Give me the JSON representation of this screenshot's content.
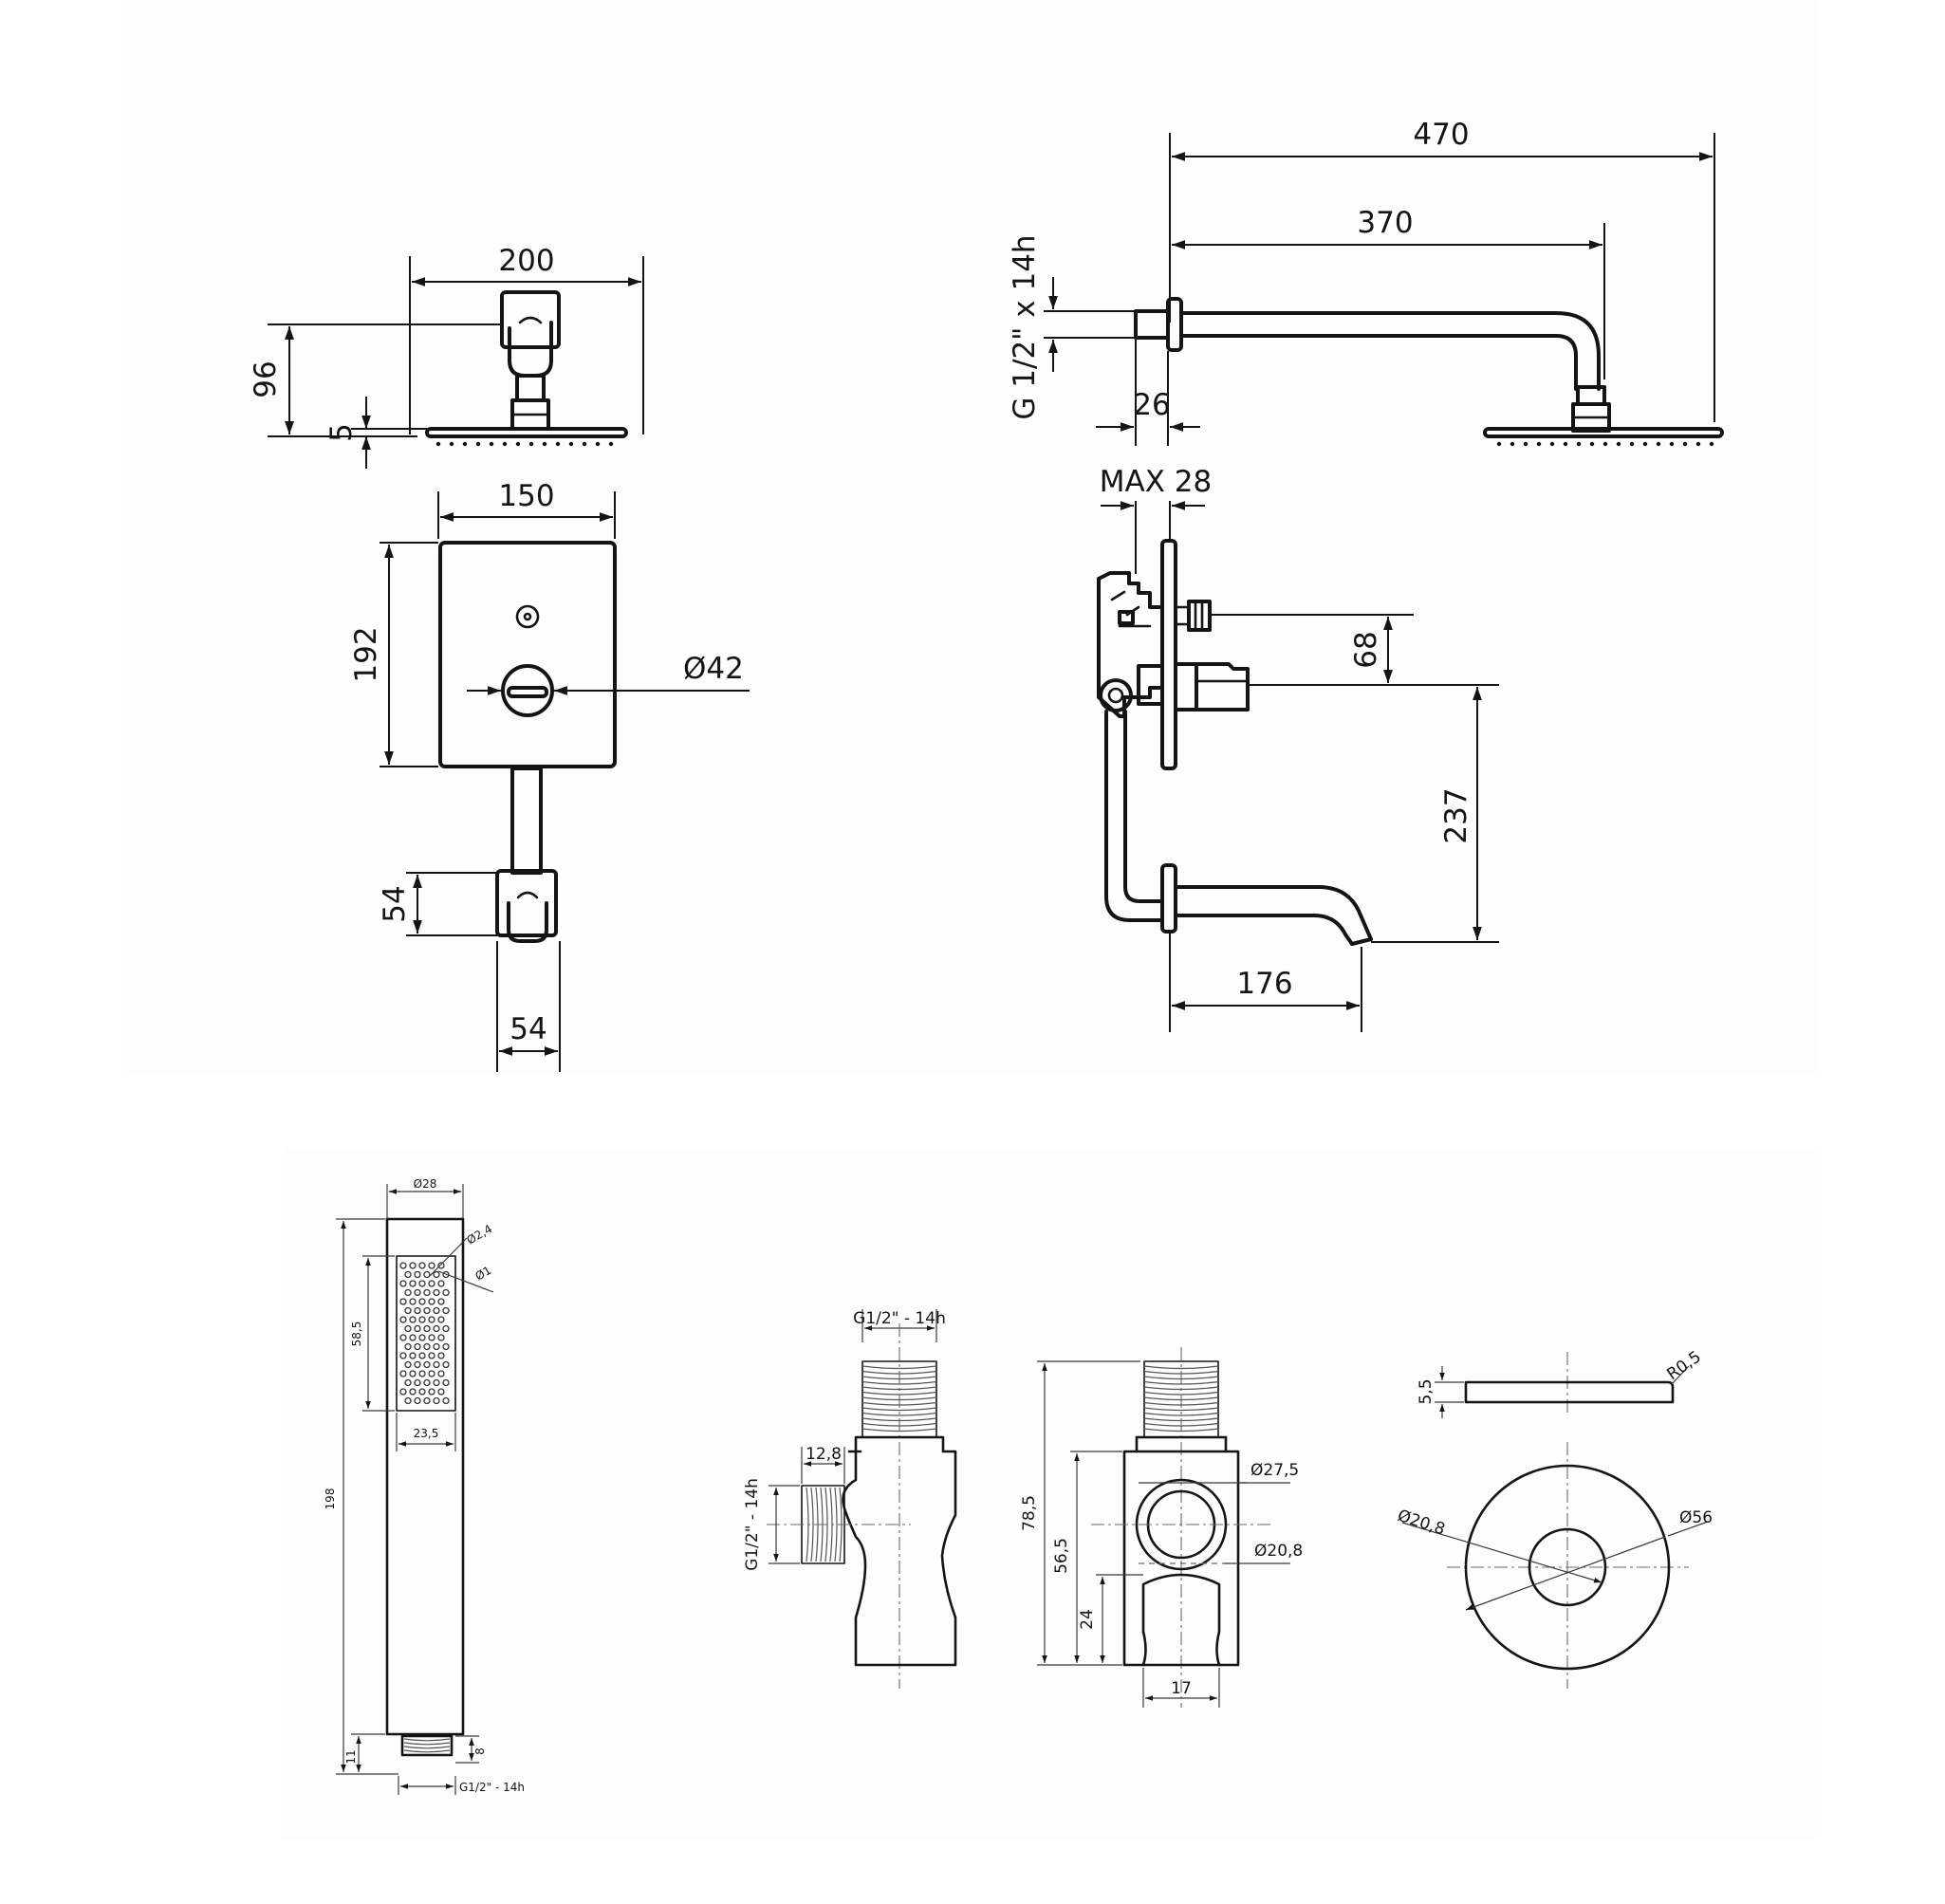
{
  "top_left": {
    "shower_head_front": {
      "width": "200",
      "height": "96",
      "plate": "5"
    },
    "mixer_front": {
      "width": "150",
      "height": "192",
      "knob_diameter": "Ø42",
      "elbow_height": "54",
      "elbow_width": "54"
    }
  },
  "top_right": {
    "shower_arm": {
      "total_length": "470",
      "arm_length": "370",
      "thread": "G 1/2\" x 14h",
      "flange_depth": "26"
    },
    "mixer_side": {
      "wall_depth": "MAX 28",
      "knob_offset": "68",
      "spout_drop": "237",
      "spout_length": "176"
    }
  },
  "bottom": {
    "hand_shower": {
      "diameter": "Ø28",
      "hole_large": "Ø2,4",
      "hole_small": "Ø1",
      "face_height": "58,5",
      "face_width": "23,5",
      "total_length": "198",
      "connector": "11",
      "thread_len": "8",
      "thread": "G1/2\" - 14h"
    },
    "wall_elbow_side": {
      "top_thread": "G1/2\" - 14h",
      "side_depth": "12,8",
      "side_thread": "G1/2\" - 14h"
    },
    "wall_elbow_front": {
      "total_height": "78,5",
      "body_height": "56,5",
      "lower": "24",
      "outer_diameter": "Ø27,5",
      "inner_diameter": "Ø20,8",
      "bottom_width": "17"
    },
    "rosette": {
      "thickness": "5,5",
      "radius": "R0,5",
      "inner_diameter": "Ø20,8",
      "outer_diameter": "Ø56"
    }
  }
}
